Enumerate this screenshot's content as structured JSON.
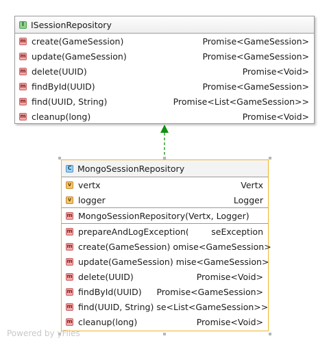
{
  "interface": {
    "badge": "I",
    "name": "ISessionRepository",
    "methods": [
      {
        "badge": "m",
        "name": "create(GameSession)",
        "type": "Promise<GameSession>"
      },
      {
        "badge": "m",
        "name": "update(GameSession)",
        "type": "Promise<GameSession>"
      },
      {
        "badge": "m",
        "name": "delete(UUID)",
        "type": "Promise<Void>"
      },
      {
        "badge": "m",
        "name": "findById(UUID)",
        "type": "Promise<GameSession>"
      },
      {
        "badge": "m",
        "name": "find(UUID, String)",
        "type": "Promise<List<GameSession>>"
      },
      {
        "badge": "m",
        "name": "cleanup(long)",
        "type": "Promise<Void>"
      }
    ]
  },
  "klass": {
    "badge": "C",
    "name": "MongoSessionRepository",
    "fields": [
      {
        "badge": "v",
        "name": "vertx",
        "type": "Vertx"
      },
      {
        "badge": "v",
        "name": "logger",
        "type": "Logger"
      }
    ],
    "constructor": {
      "badge": "m",
      "name": "MongoSessionRepository(Vertx, Logger)"
    },
    "methods": [
      {
        "badge": "m",
        "name": "prepareAndLogException(Map)",
        "type": "seException"
      },
      {
        "badge": "m",
        "name": "create(GameSession)",
        "type": "omise<GameSession>"
      },
      {
        "badge": "m",
        "name": "update(GameSession)",
        "type": "mise<GameSession>"
      },
      {
        "badge": "m",
        "name": "delete(UUID)",
        "type": "Promise<Void>"
      },
      {
        "badge": "m",
        "name": "findById(UUID)",
        "type": "Promise<GameSession>"
      },
      {
        "badge": "m",
        "name": "find(UUID, String)",
        "type": "se<List<GameSession>>"
      },
      {
        "badge": "m",
        "name": "cleanup(long)",
        "type": "Promise<Void>"
      }
    ]
  },
  "colors": {
    "class_border": "#f0b429",
    "realization_arrow": "#109010"
  },
  "watermark": "Powered by yFiles"
}
